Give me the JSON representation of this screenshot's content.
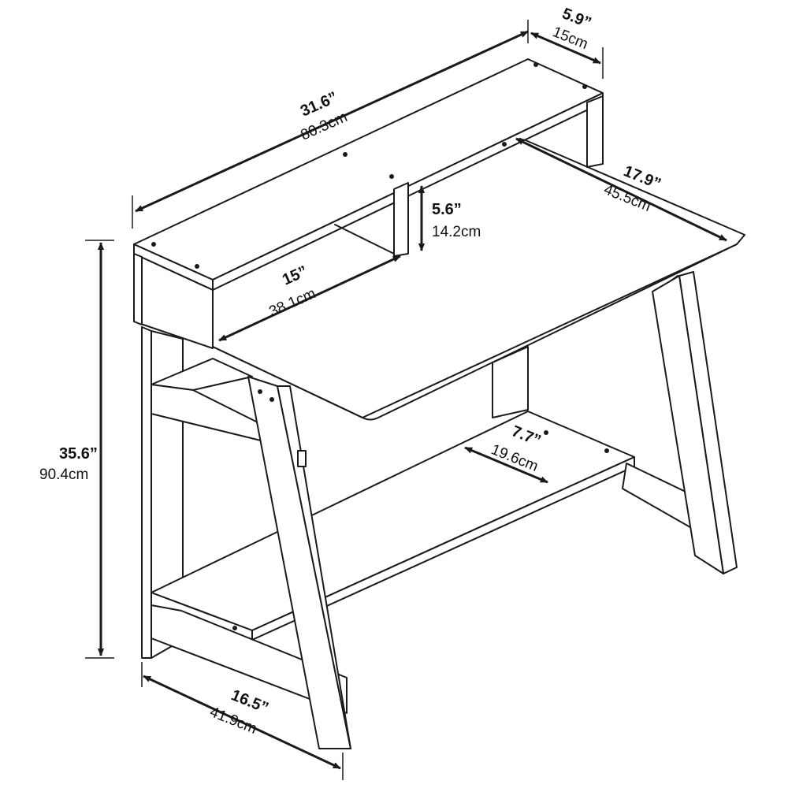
{
  "dimensions": {
    "overall_width": {
      "inches": "31.6”",
      "cm": "80.3cm"
    },
    "hutch_depth": {
      "inches": "5.9”",
      "cm": "15cm"
    },
    "desk_depth": {
      "inches": "17.9”",
      "cm": "45.5cm"
    },
    "cubby_height": {
      "inches": "5.6”",
      "cm": "14.2cm"
    },
    "cubby_width": {
      "inches": "15”",
      "cm": "38.1cm"
    },
    "overall_height": {
      "inches": "35.6”",
      "cm": "90.4cm"
    },
    "shelf_depth": {
      "inches": "7.7”",
      "cm": "19.6cm"
    },
    "leg_depth": {
      "inches": "16.5”",
      "cm": "41.9cm"
    }
  },
  "colors": {
    "line": "#1a1a1a",
    "background": "#ffffff"
  }
}
